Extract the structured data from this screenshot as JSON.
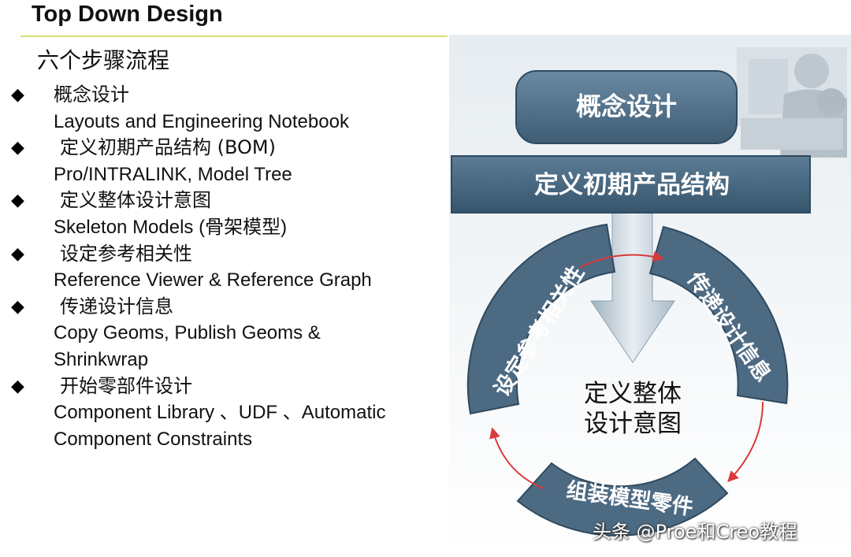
{
  "header": {
    "title": "Top Down Design",
    "subtitle": "六个步骤流程"
  },
  "steps": [
    {
      "title": "概念设计",
      "detail": [
        "Layouts and Engineering Notebook"
      ]
    },
    {
      "title": "定义初期产品结构 (BOM)",
      "detail": [
        "Pro/INTRALINK, Model Tree"
      ]
    },
    {
      "title": "定义整体设计意图",
      "detail": [
        "Skeleton Models (骨架模型)"
      ]
    },
    {
      "title": "设定参考相关性",
      "detail": [
        "Reference Viewer & Reference Graph"
      ]
    },
    {
      "title": "传递设计信息",
      "detail": [
        "Copy Geoms, Publish Geoms &",
        "Shrinkwrap"
      ]
    },
    {
      "title": "开始零部件设计",
      "detail": [
        "Component Library 、UDF 、Automatic",
        "Component Constraints"
      ]
    }
  ],
  "bullet_glyph": "◆",
  "diagram": {
    "box_concept": "概念设计",
    "banner_structure": "定义初期产品结构",
    "center_line1": "定义整体",
    "center_line2": "设计意图",
    "arc_left": "设定参考相关性",
    "arc_right": "传递设计信息",
    "arc_bottom": "组装模型零件",
    "colors": {
      "box": "#4a6880",
      "banner": "#44637d",
      "arc": "#4d6a83",
      "arrow": "#d9393a"
    }
  },
  "watermark": "头条 @Proe和Creo教程"
}
